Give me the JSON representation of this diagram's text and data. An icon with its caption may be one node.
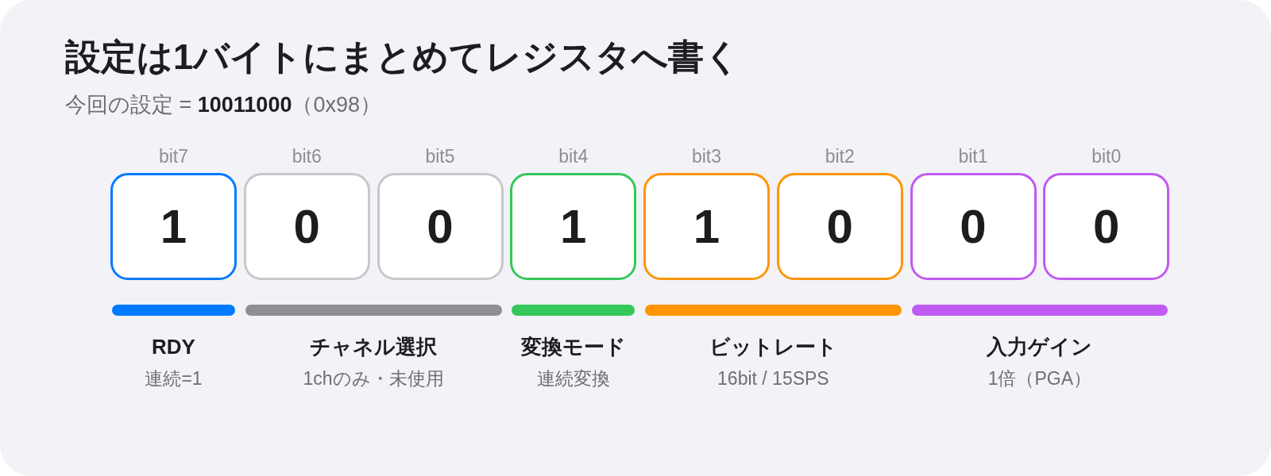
{
  "diagram": {
    "title": "設定は1バイトにまとめてレジスタへ書く",
    "nodes": [
      {
        "text": [
          "bit7",
          "1"
        ]
      },
      {
        "text": [
          "bit6",
          "0"
        ]
      },
      {
        "text": [
          "bit5",
          "0"
        ]
      },
      {
        "text": [
          "bit4",
          "1"
        ]
      },
      {
        "text": [
          "bit3",
          "1"
        ]
      },
      {
        "text": [
          "bit2",
          "0"
        ]
      },
      {
        "text": [
          "bit1",
          "0"
        ]
      },
      {
        "text": [
          "bit0",
          "0"
        ]
      },
      {
        "text": [
          "RDY",
          "連続=1"
        ]
      },
      {
        "text": [
          "チャネル選択",
          "1chのみ・未使用"
        ]
      },
      {
        "text": [
          "変換モード",
          "連続変換"
        ]
      },
      {
        "text": [
          "ビットレート",
          "16bit / 15SPS"
        ]
      },
      {
        "text": [
          "入力ゲイン",
          "1倍（PGA）"
        ]
      }
    ],
    "labels": [
      "今回の設定 = **10011000**（0x98）"
    ]
  }
}
